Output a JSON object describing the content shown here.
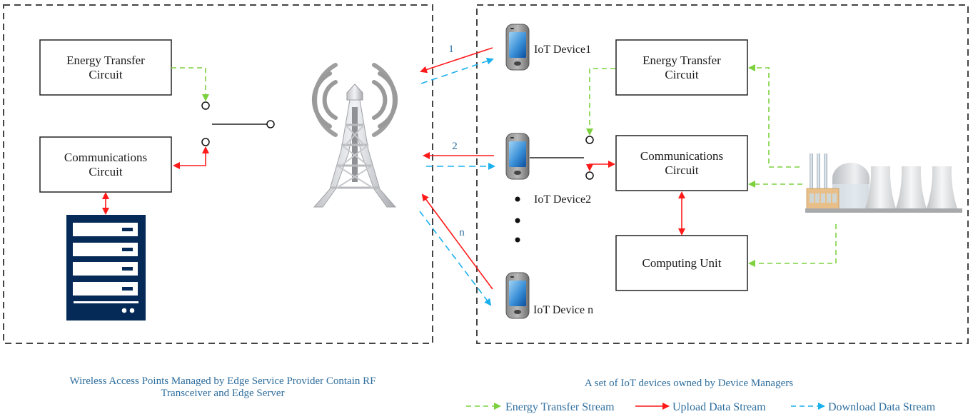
{
  "colors": {
    "energy": "#7dd13f",
    "upload": "#ff1a1a",
    "download": "#1ab0ee",
    "caption": "#2e6e9e",
    "server": "#062a57",
    "border": "#444444"
  },
  "left_panel": {
    "energy_box": [
      "Energy Transfer",
      "Circuit"
    ],
    "comm_box": [
      "Communications",
      "Circuit"
    ],
    "server_icon": "server-rack-icon",
    "tower_icon": "radio-tower-icon",
    "caption": [
      "Wireless Access Points Managed by Edge Service Provider Contain RF",
      "Transceiver and Edge Server"
    ]
  },
  "links": [
    {
      "label": "1"
    },
    {
      "label": "2"
    },
    {
      "label": "n"
    }
  ],
  "devices": [
    {
      "name": "IoT Device1",
      "icon": "smartphone-icon"
    },
    {
      "name": "IoT Device2",
      "icon": "smartphone-icon"
    },
    {
      "name": "IoT Device n",
      "icon": "smartphone-icon"
    }
  ],
  "right_panel": {
    "energy_box": [
      "Energy Transfer",
      "Circuit"
    ],
    "comm_box": [
      "Communications",
      "Circuit"
    ],
    "computing_box": "Computing Unit",
    "power_plant_icon": "power-plant-icon",
    "caption": "A set of IoT devices owned by Device Managers"
  },
  "legend": [
    {
      "label": "Energy Transfer Stream",
      "style": "dashed",
      "color_key": "energy"
    },
    {
      "label": "Upload Data Stream",
      "style": "solid",
      "color_key": "upload"
    },
    {
      "label": "Download Data Stream",
      "style": "dashed",
      "color_key": "download"
    }
  ]
}
